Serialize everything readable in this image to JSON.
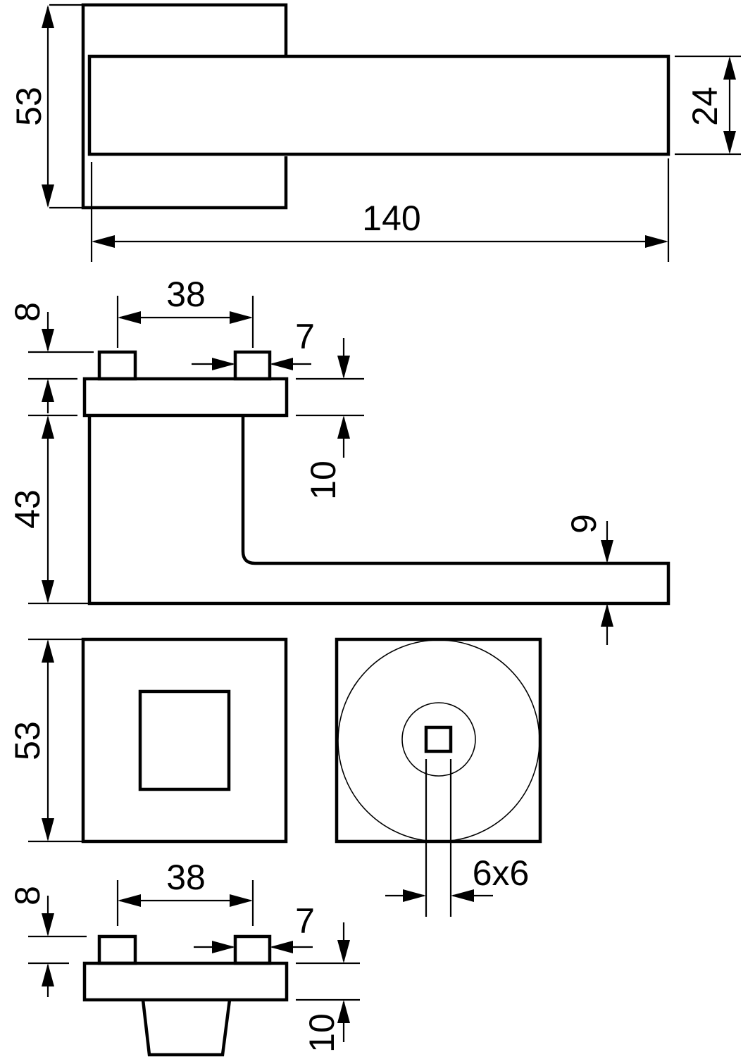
{
  "dimensions": {
    "handle_rose_height": "53",
    "handle_lever_height": "24",
    "handle_length": "140",
    "side_pin_spacing": "38",
    "side_pin_length": "8",
    "side_pin_width": "7",
    "side_rose_thickness": "10",
    "side_lever_drop": "43",
    "side_lever_thickness": "9",
    "rose_size": "53",
    "spindle_size": "6x6",
    "bottom_pin_spacing": "38",
    "bottom_pin_length": "8",
    "bottom_pin_width": "7",
    "bottom_rose_thickness": "10"
  },
  "colors": {
    "line": "#000000",
    "background": "#ffffff"
  }
}
